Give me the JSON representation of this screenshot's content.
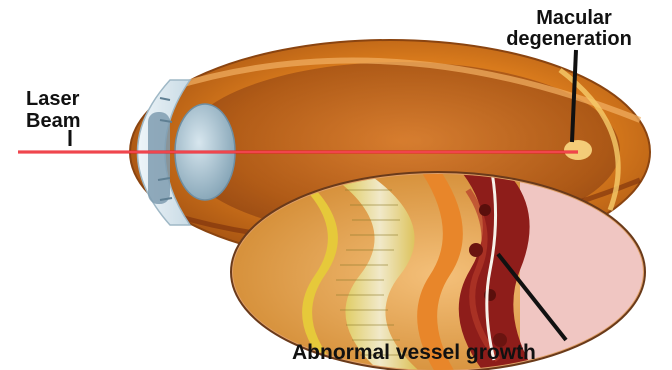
{
  "labels": {
    "laser_line1": "Laser",
    "laser_line2": "Beam",
    "macular_line1": "Macular",
    "macular_line2": "degeneration",
    "vessel": "Abnormal vessel growth"
  },
  "colors": {
    "background": "#ffffff",
    "eye_orange": "#d87a1c",
    "laser_red": "#e8202a",
    "lens_blue": "#8fb3c6",
    "retina_yellow": "#e6c93a",
    "vessel_red": "#8e1d1a"
  },
  "icons": {
    "eyeball": "eyeball-cross-section",
    "magnifier": "magnified-retina-inset"
  }
}
